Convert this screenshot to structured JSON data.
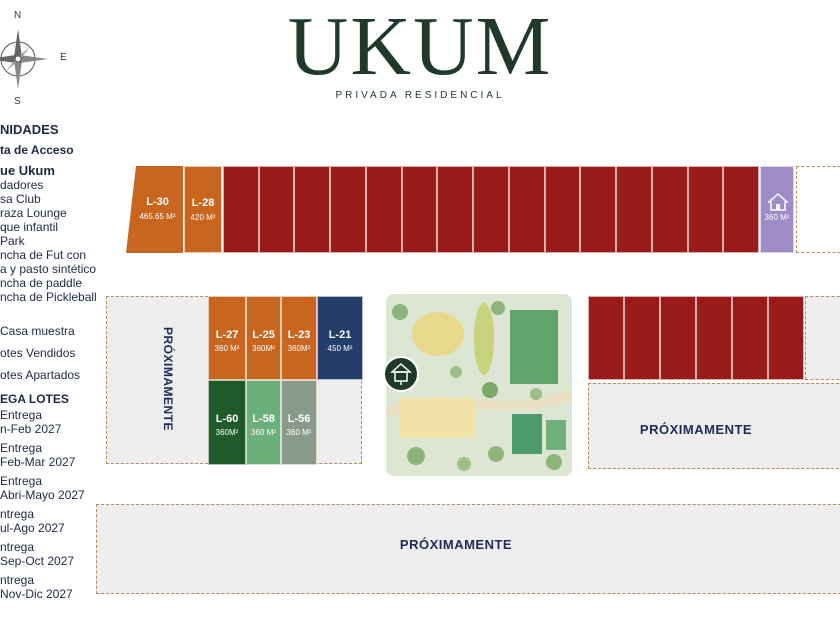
{
  "logo": {
    "title": "UKUM",
    "subtitle": "PRIVADA RESIDENCIAL"
  },
  "compass": {
    "n": "N",
    "s": "S",
    "e": "E"
  },
  "legend": {
    "heading": "NIDADES",
    "lines": [
      "ta de Acceso",
      "ue Ukum",
      "dadores",
      "sa Club",
      "raza Lounge",
      "que infantil",
      "Park",
      "ncha de Fut con",
      "a y pasto sintético",
      "ncha de paddle",
      "ncha de Pickleball"
    ],
    "status": [
      "Casa muestra",
      "otes Vendidos",
      "otes Apartados"
    ],
    "delivery_heading": "EGA LOTES",
    "delivery": [
      "Entrega",
      "n-Feb 2027",
      "Entrega",
      "Feb-Mar 2027",
      "Entrega",
      "Abri-Mayo 2027",
      "ntrega",
      "ul-Ago 2027",
      "ntrega",
      "Sep-Oct 2027",
      "ntrega",
      "Nov-Dic 2027"
    ]
  },
  "lots": {
    "l30": {
      "label": "L-30",
      "area": "465.65 M²"
    },
    "l28": {
      "label": "L-28",
      "area": "420 M²"
    },
    "house": {
      "area": "360 M²"
    },
    "l27": {
      "label": "L-27",
      "area": "360 M²"
    },
    "l25": {
      "label": "L-25",
      "area": "360M²"
    },
    "l23": {
      "label": "L-23",
      "area": "360M²"
    },
    "l21": {
      "label": "L-21",
      "area": "450 M²"
    },
    "l60": {
      "label": "L-60",
      "area": "360M²"
    },
    "l58": {
      "label": "L-58",
      "area": "360 M²"
    },
    "l56": {
      "label": "L-56",
      "area": "360 M²"
    }
  },
  "proximamente": {
    "left": "PRÓXIMAMENTE",
    "right": "PRÓXIMAMENTE",
    "bottom": "PRÓXIMAMENTE"
  },
  "colors": {
    "sold": "#9a1a1a",
    "orange": "#c8661f",
    "navy": "#243e6b",
    "dark_green": "#1f5a2a",
    "light_green": "#6bb07a",
    "gray_green": "#8a9a8a",
    "model_house": "#9d8cc6"
  }
}
